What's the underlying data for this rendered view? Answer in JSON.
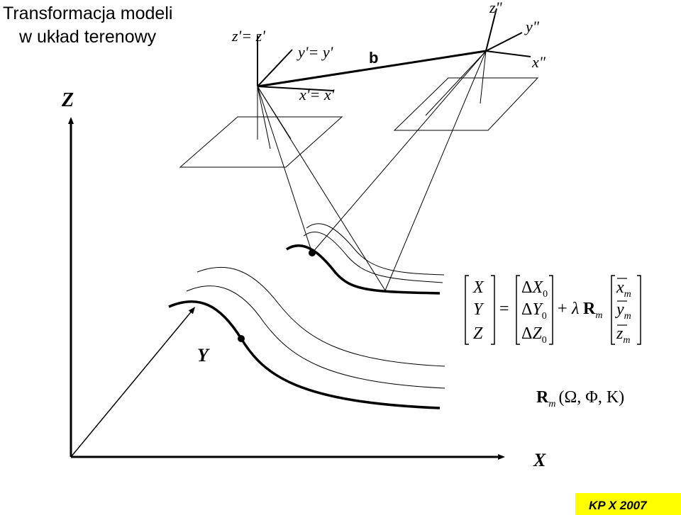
{
  "title": {
    "line1": "Transformacja modeli",
    "line2": "w układ terenowy"
  },
  "labels": {
    "Z_axis": "Z",
    "Y_axis": "Y",
    "X_axis": "X",
    "z_prime": "z'= z'",
    "y_prime": "y'= y'",
    "x_prime": "x'= x'",
    "base": "b",
    "z_dbl": "z\"",
    "y_dbl": "y\"",
    "x_dbl": "x\""
  },
  "equation": {
    "left": [
      "X",
      "Y",
      "Z"
    ],
    "equals": "=",
    "delta": "Δ",
    "mid": [
      "X",
      "Y",
      "Z"
    ],
    "sub0": "0",
    "plus": "+",
    "lambda": "λ",
    "R": "R",
    "m": "m",
    "right": [
      "x",
      "y",
      "z"
    ],
    "rotation_args": "(Ω, Φ, Κ)"
  },
  "badge": {
    "text": "KP X 2007",
    "color": "#ffff00"
  }
}
